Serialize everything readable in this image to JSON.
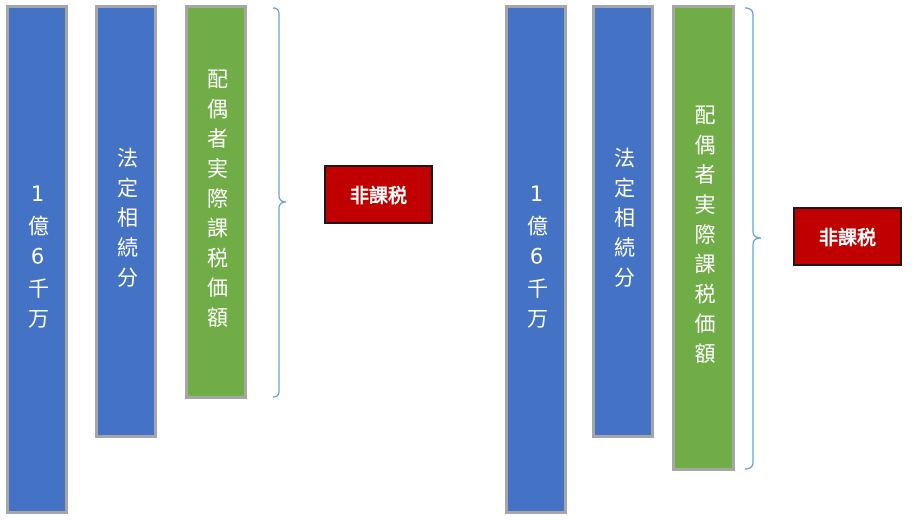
{
  "left": {
    "total_label": "1億6千万",
    "legal_share_label": "法定相続分",
    "spouse_taxable_label": "配偶者実際課税価額",
    "badge_label": "非課税"
  },
  "right": {
    "total_label": "1億6千万",
    "legal_share_label": "法定相続分",
    "spouse_taxable_label": "配偶者実際課税価額",
    "badge_label": "非課税"
  },
  "colors": {
    "total_bar": "#4472c4",
    "legal_share_bar": "#4472c4",
    "spouse_bar": "#70ad47",
    "badge": "#c00000",
    "brace": "#5b9bd5"
  }
}
